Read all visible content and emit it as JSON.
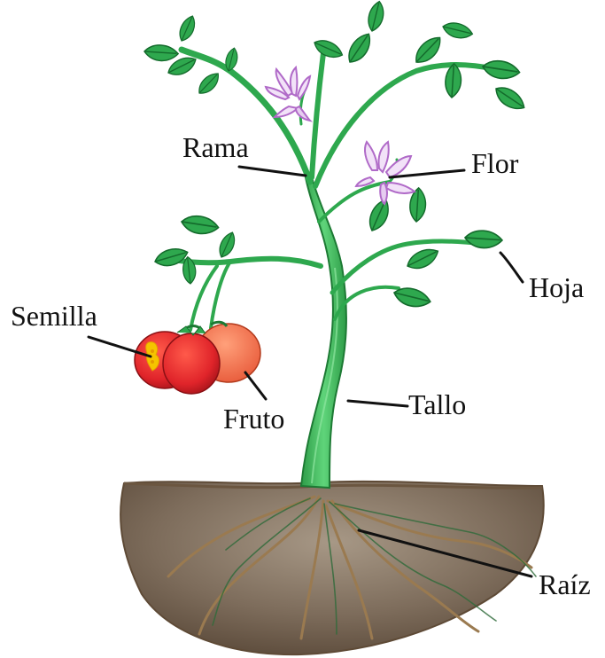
{
  "labels": {
    "branch": "Rama",
    "flower": "Flor",
    "leaf": "Hoja",
    "seed": "Semilla",
    "fruit": "Fruto",
    "stem": "Tallo",
    "root": "Raíz"
  },
  "colors": {
    "stem": "#3fbf5a",
    "stem_dark": "#1d7a34",
    "leaf": "#2ea84e",
    "leaf_dark": "#146b2c",
    "soil": "#7a6a5a",
    "soil_edge": "#5e4a36",
    "root": "#9a7a50",
    "fruit_red": "#e0242a",
    "fruit_orange": "#f07a50",
    "seed": "#f5c400",
    "flower": "#b06ac8"
  }
}
